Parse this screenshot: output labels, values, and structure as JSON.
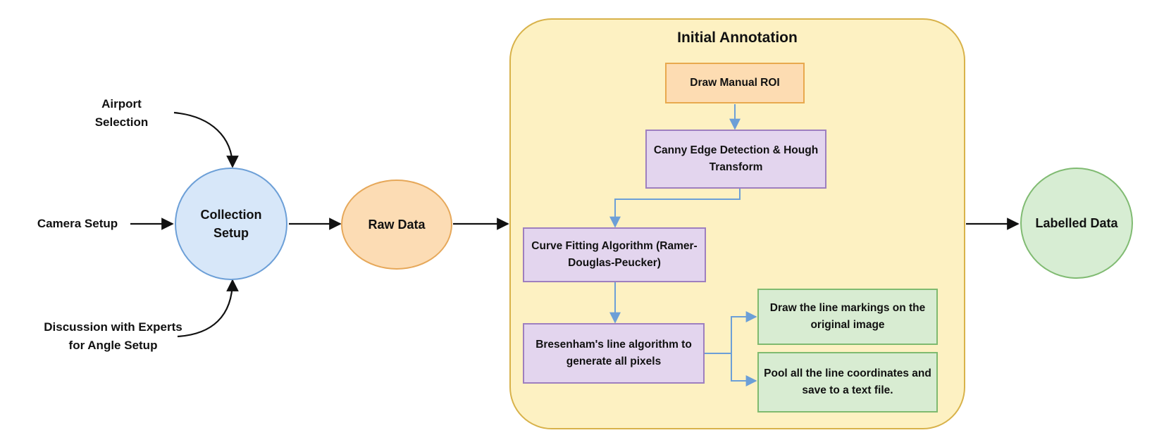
{
  "colors": {
    "group_fill": "#fdf1c2",
    "group_border": "#d8b24a",
    "orange_fill": "#fddcb2",
    "purple_fill": "#e3d5ee",
    "green_fill": "#d8ecd2",
    "blue_fill": "#d7e7f9",
    "arrow_black": "#111111",
    "arrow_blue": "#6c9fd7"
  },
  "inputs": {
    "airport_selection": "Airport Selection",
    "camera_setup": "Camera Setup",
    "discussion": "Discussion with Experts for Angle Setup"
  },
  "nodes": {
    "collection_setup": "Collection Setup",
    "raw_data": "Raw Data",
    "labelled_data": "Labelled Data"
  },
  "group": {
    "title": "Initial Annotation",
    "steps": {
      "draw_roi": "Draw Manual ROI",
      "canny_hough": "Canny Edge Detection & Hough Transform",
      "curve_fitting": "Curve Fitting Algorithm (Ramer-Douglas-Peucker)",
      "bresenham": "Bresenham's line algorithm to generate all pixels",
      "draw_markings": "Draw the line markings on the original image",
      "pool_coords": "Pool all the line coordinates and save to a text file."
    }
  }
}
